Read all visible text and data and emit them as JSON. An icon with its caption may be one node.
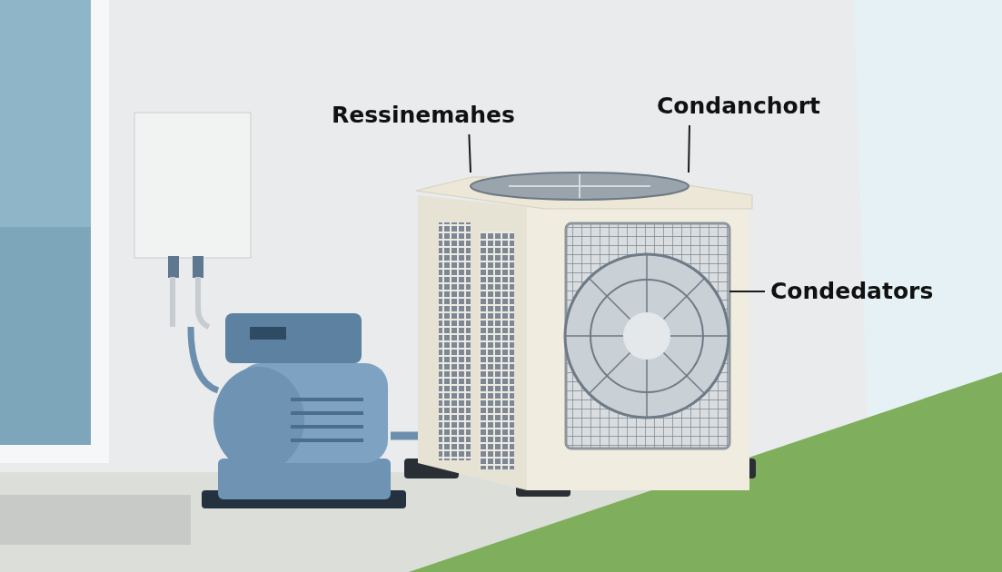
{
  "diagram": {
    "nodes": [
      {
        "text": [
          "Ressinemahes"
        ]
      },
      {
        "text": [
          "Condanchort"
        ]
      },
      {
        "text": [
          "Condedators"
        ]
      },
      {
        "text": [],
        "shape": "picture"
      },
      {
        "text": [],
        "shape": "picture"
      }
    ],
    "edges": [
      {
        "from": 0,
        "to": 3,
        "arrow": "none"
      },
      {
        "from": 1,
        "to": 3,
        "arrow": "none"
      },
      {
        "from": 2,
        "to": 4,
        "arrow": "none"
      }
    ]
  }
}
